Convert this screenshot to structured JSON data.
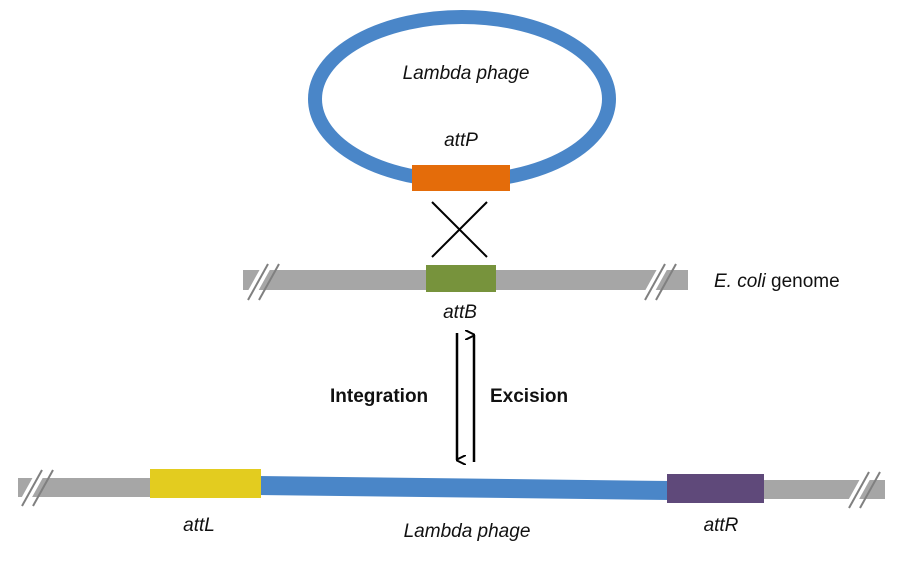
{
  "phage_circle": {
    "label": "Lambda phage",
    "site_label": "attP",
    "ring_color": "#4A86C8",
    "site_color": "#E46C0A"
  },
  "genome": {
    "label_italic": "E. coli",
    "label_rest": " genome",
    "site_label": "attB",
    "strand_color": "#A6A6A6",
    "site_color": "#77933C"
  },
  "reaction": {
    "forward_label": "Integration",
    "reverse_label": "Excision"
  },
  "product": {
    "left_site_label": "attL",
    "insert_label": "Lambda phage",
    "right_site_label": "attR",
    "left_site_color": "#E3CC1F",
    "insert_color": "#4A86C8",
    "right_site_color": "#5F497A",
    "strand_color": "#A6A6A6"
  },
  "icons": {
    "crossover": "crossover-x-icon",
    "break": "double-slash-break-icon"
  }
}
